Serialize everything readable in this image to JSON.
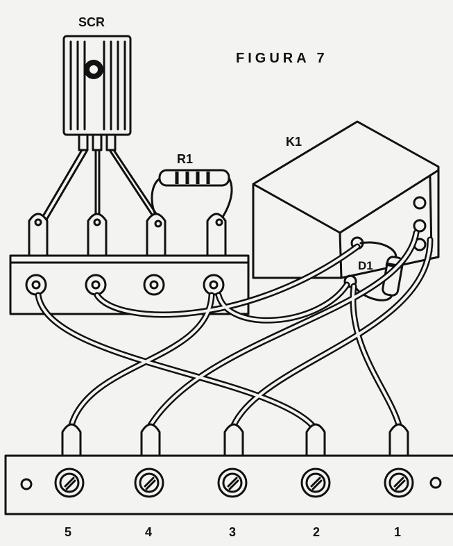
{
  "figure_title": "FIGURA 7",
  "components": {
    "scr": "SCR",
    "resistor": "R1",
    "relay": "K1",
    "diode": "D1"
  },
  "bottom_terminals": [
    "5",
    "4",
    "3",
    "2",
    "1"
  ]
}
